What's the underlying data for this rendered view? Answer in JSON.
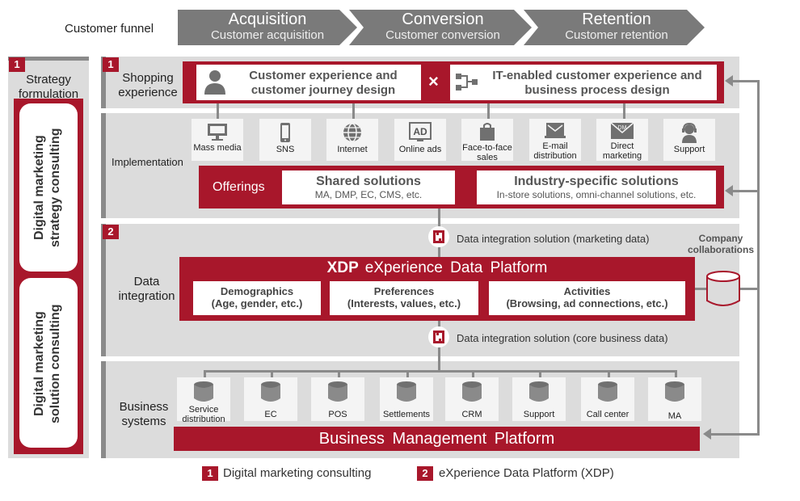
{
  "funnel": {
    "label": "Customer funnel",
    "stages": [
      {
        "title": "Acquisition",
        "subtitle": "Customer acquisition"
      },
      {
        "title": "Conversion",
        "subtitle": "Customer conversion"
      },
      {
        "title": "Retention",
        "subtitle": "Customer retention"
      }
    ]
  },
  "strategy": {
    "num": "1",
    "title": "Strategy formulation",
    "box1": "Digital marketing strategy consulting",
    "box2": "Digital marketing solution consulting"
  },
  "shopping": {
    "num": "1",
    "label": "Shopping experience",
    "left_box": "Customer experience and customer journey design",
    "cross": "×",
    "right_box": "IT-enabled customer experience and business process design"
  },
  "implementation": {
    "label": "Implementation",
    "channels": [
      {
        "label": "Mass media",
        "icon": "tv-icon"
      },
      {
        "label": "SNS",
        "icon": "smartphone-icon"
      },
      {
        "label": "Internet",
        "icon": "globe-icon"
      },
      {
        "label": "Online ads",
        "icon": "ad-icon",
        "glyph": "AD"
      },
      {
        "label": "Face-to-face sales",
        "icon": "shopping-bag-icon"
      },
      {
        "label": "E-mail distribution",
        "icon": "email-icon"
      },
      {
        "label": "Direct marketing",
        "icon": "dm-envelope-icon",
        "glyph": "DM"
      },
      {
        "label": "Support",
        "icon": "headset-icon"
      }
    ],
    "offerings_label": "Offerings",
    "shared": {
      "title": "Shared solutions",
      "sub": "MA, DMP, EC, CMS, etc."
    },
    "industry": {
      "title": "Industry-specific solutions",
      "sub": "In-store solutions, omni-channel solutions, etc."
    }
  },
  "data_integration": {
    "num": "2",
    "label": "Data integration",
    "top_solution": "Data integration solution (marketing data)",
    "bottom_solution": "Data integration solution (core business data)",
    "xdp_bold": "XDP",
    "xdp_rest": "eXperience Data Platform",
    "cards": [
      {
        "title": "Demographics",
        "sub": "(Age, gender, etc.)"
      },
      {
        "title": "Preferences",
        "sub": "(Interests, values, etc.)"
      },
      {
        "title": "Activities",
        "sub": "(Browsing, ad connections, etc.)"
      }
    ],
    "company_collab": "Company collaborations"
  },
  "business": {
    "label": "Business systems",
    "systems": [
      "Service distribution",
      "EC",
      "POS",
      "Settlements",
      "CRM",
      "Support",
      "Call center",
      "MA"
    ],
    "platform": "Business Management Platform"
  },
  "legend": [
    {
      "num": "1",
      "text": "Digital marketing consulting"
    },
    {
      "num": "2",
      "text": "eXperience Data Platform (XDP)"
    }
  ],
  "colors": {
    "accent": "#a8172b",
    "band": "#dcdcdc",
    "chevron": "#7a7a7a"
  }
}
